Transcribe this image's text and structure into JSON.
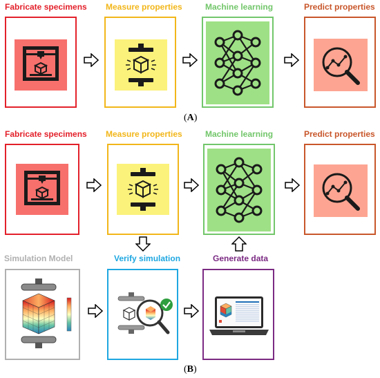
{
  "panel_a": {
    "label_open": "(",
    "label_letter": "A",
    "label_close": ")",
    "steps": [
      {
        "title": "Fabricate specimens",
        "color": "#e3202a",
        "icon": "3d-printer-icon"
      },
      {
        "title": "Measure properties",
        "color": "#f2b619",
        "icon": "compression-test-icon"
      },
      {
        "title": "Machine learning",
        "color": "#72c66a",
        "icon": "neural-network-icon"
      },
      {
        "title": "Predict properties",
        "color": "#c8562a",
        "icon": "magnifier-chart-icon"
      }
    ]
  },
  "panel_b": {
    "label_open": "(",
    "label_letter": "B",
    "label_close": ")",
    "top_steps": [
      {
        "title": "Fabricate specimens",
        "color": "#e3202a",
        "icon": "3d-printer-icon"
      },
      {
        "title": "Measure properties",
        "color": "#f2b619",
        "icon": "compression-test-icon"
      },
      {
        "title": "Machine learning",
        "color": "#72c66a",
        "icon": "neural-network-icon"
      },
      {
        "title": "Predict properties",
        "color": "#c8562a",
        "icon": "magnifier-chart-icon"
      }
    ],
    "bottom_steps": [
      {
        "title": "Simulation Model",
        "color": "#b0b0b0",
        "icon": "simulation-cube-icon"
      },
      {
        "title": "Verify simulation",
        "color": "#1ea7e1",
        "icon": "verify-magnifier-icon"
      },
      {
        "title": "Generate data",
        "color": "#7b2a83",
        "icon": "laptop-data-icon"
      }
    ]
  },
  "colors": {
    "fab_fill": "#f7706c",
    "measure_fill": "#fbf27b",
    "ml_fill": "#9ee085",
    "predict_fill": "#fda592"
  }
}
